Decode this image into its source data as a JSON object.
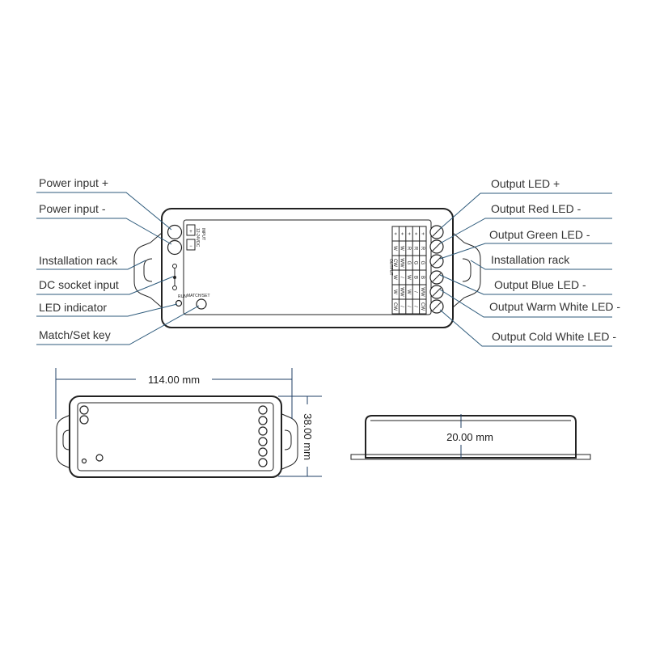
{
  "labels_left": {
    "power_plus": "Power input +",
    "power_minus": "Power input -",
    "install_rack": "Installation rack",
    "dc_socket": "DC socket input",
    "led_indicator": "LED indicator",
    "match_key": "Match/Set key"
  },
  "labels_right": {
    "out_plus": "Output LED +",
    "out_red": "Output Red LED -",
    "out_green": "Output Green LED -",
    "install_rack": "Installation rack",
    "out_blue": "Output Blue LED -",
    "out_warm": "Output Warm White LED -",
    "out_cold": "Output Cold White LED -"
  },
  "device": {
    "input_label": "INPUT",
    "input_voltage": "12-24VDC",
    "plus": "+",
    "minus": "−",
    "run": "RUN",
    "match_set": "MATCH/SET",
    "output_label": "OUTPUT",
    "output_table": [
      [
        "+",
        "+",
        "+",
        "+",
        "+"
      ],
      [
        "W",
        "W",
        "R",
        "R",
        "R"
      ],
      [
        "CW",
        "WW",
        "G",
        "G",
        "G"
      ],
      [
        "W",
        "/",
        "W",
        "B",
        "B"
      ],
      [
        "W",
        "WW",
        "W",
        "/",
        "WW"
      ],
      [
        "CW",
        "/",
        "/",
        "/",
        "CW"
      ]
    ]
  },
  "dimensions": {
    "length": "114.00 mm",
    "width": "38.00 mm",
    "height": "20.00 mm"
  },
  "colors": {
    "leader": "#2d5a7b",
    "dimension": "#1f3f66",
    "outline": "#222222"
  }
}
